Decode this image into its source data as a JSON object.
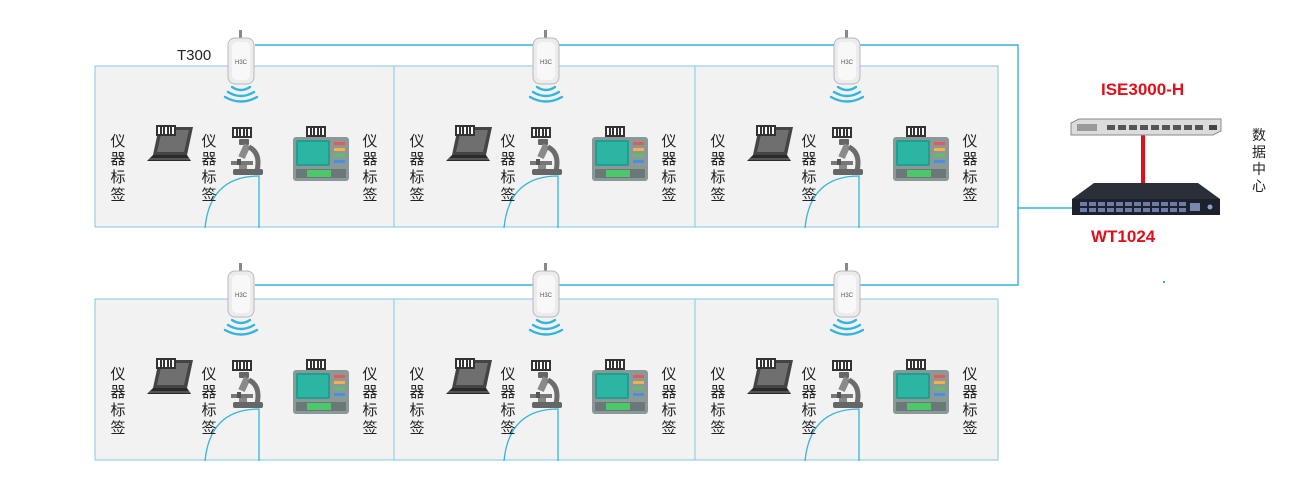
{
  "ap_model": "T300",
  "tag_label": "仪器标签",
  "server_label": "ISE3000-H",
  "switch_label": "WT1024",
  "datacenter_label": "数据中心",
  "colors": {
    "line": "#35b4de",
    "room_bg": "#f2f2f2",
    "room_border": "#7fcbe6",
    "link_red": "#e0101a",
    "label_red": "#e0101a",
    "ap_body": "#eeeeee"
  },
  "icons": [
    "access-point-icon",
    "wifi-signal-icon",
    "laptop-icon",
    "microscope-icon",
    "analyzer-icon",
    "rfid-tag-icon",
    "server-icon",
    "switch-icon"
  ]
}
